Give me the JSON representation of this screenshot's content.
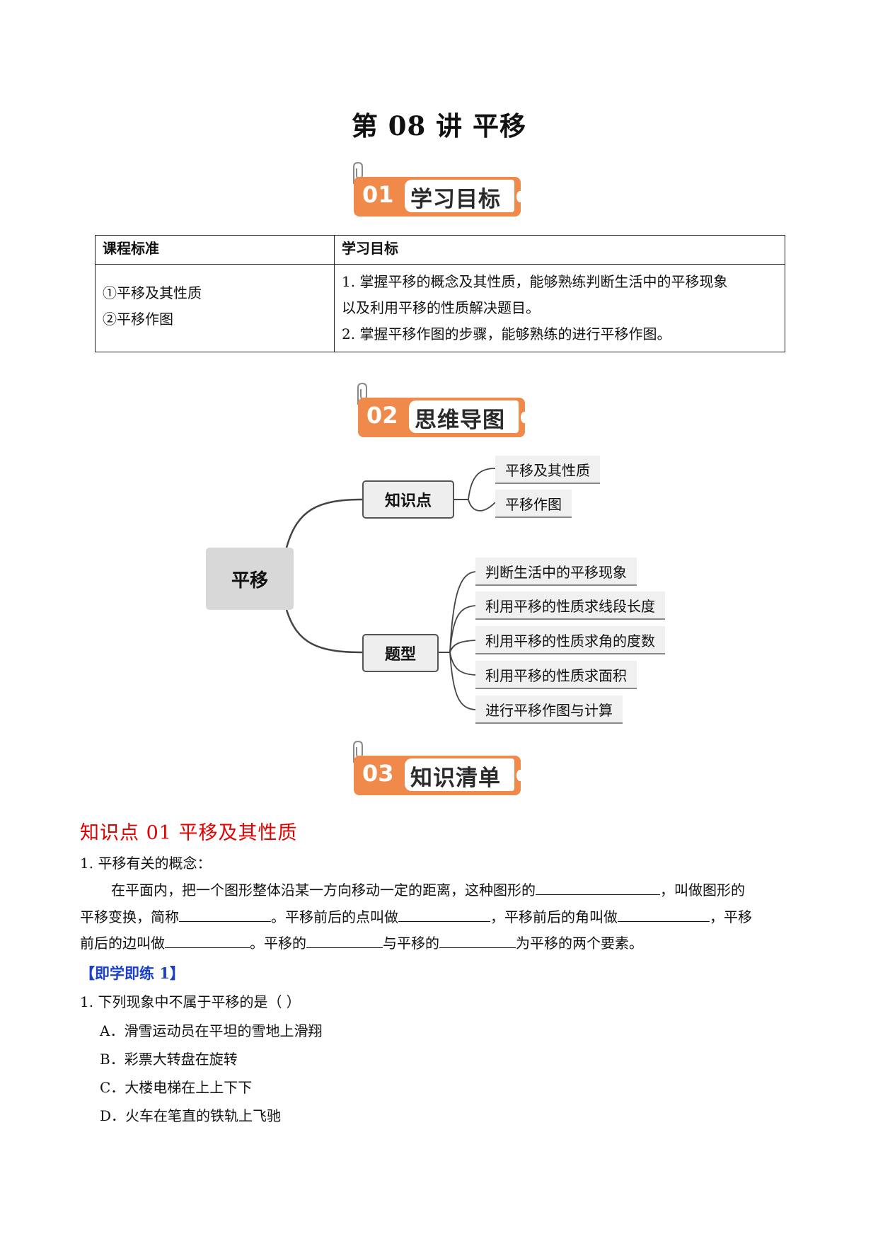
{
  "doc": {
    "title": "第 08 讲  平移"
  },
  "sections": [
    {
      "num": "01",
      "label": "学习目标"
    },
    {
      "num": "02",
      "label": "思维导图"
    },
    {
      "num": "03",
      "label": "知识清单"
    }
  ],
  "goals_table": {
    "headers": [
      "课程标准",
      "学习目标"
    ],
    "standards": [
      "①平移及其性质",
      "②平移作图"
    ],
    "objectives": [
      "1. 掌握平移的概念及其性质，能够熟练判断生活中的平移现象",
      "以及利用平移的性质解决题目。",
      "2. 掌握平移作图的步骤，能够熟练的进行平移作图。"
    ]
  },
  "mindmap": {
    "root": "平移",
    "branches": [
      {
        "label": "知识点",
        "leaves": [
          "平移及其性质",
          "平移作图"
        ]
      },
      {
        "label": "题型",
        "leaves": [
          "判断生活中的平移现象",
          "利用平移的性质求线段长度",
          "利用平移的性质求角的度数",
          "利用平移的性质求面积",
          "进行平移作图与计算"
        ]
      }
    ]
  },
  "knowledge": {
    "title": "知识点 01  平移及其性质",
    "item1_heading": "1.  平移有关的概念：",
    "p1_a": "在平面内，把一个图形整体沿某一方向移动一定的距离，这种图形的",
    "p1_b": "，叫做图形的",
    "p2_a": "平移变换，简称",
    "p2_b": "。平移前后的点叫做",
    "p2_c": "，平移前后的角叫做",
    "p2_d": "，平移",
    "p3_a": "前后的边叫做",
    "p3_b": "。平移的",
    "p3_c": "与平移的",
    "p3_d": "为平移的两个要素。"
  },
  "practice": {
    "heading": "【即学即练 1】",
    "question": "1.  下列现象中不属于平移的是（        ）",
    "options": [
      "A．滑雪运动员在平坦的雪地上滑翔",
      "B．彩票大转盘在旋转",
      "C．大楼电梯在上上下下",
      "D．火车在笔直的铁轨上飞驰"
    ]
  },
  "colors": {
    "accent": "#f08a4b",
    "section_red": "#e00000",
    "practice_blue": "#1a3fc8"
  }
}
